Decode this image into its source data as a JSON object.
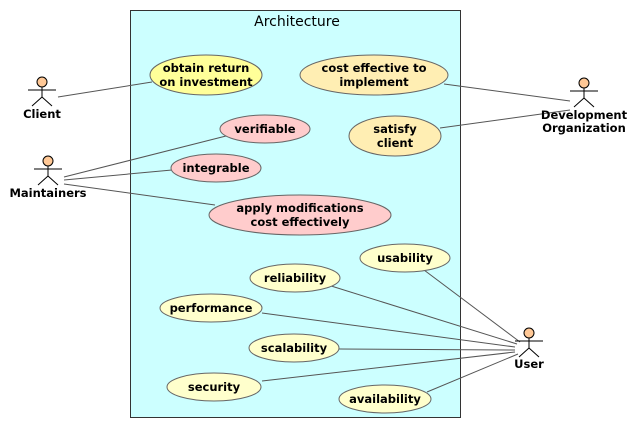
{
  "diagram": {
    "title": "Architecture",
    "colors": {
      "boundary_fill": "#ccffff",
      "boundary_stroke": "#333333",
      "use_case_yellow": "#ffff99",
      "use_case_tan": "#ffeeb3",
      "use_case_pink": "#ffcccc",
      "use_case_cream": "#ffffcc",
      "actor_head": "#ffc896",
      "line": "#555555"
    },
    "actors": [
      {
        "id": "client",
        "label": "Client"
      },
      {
        "id": "maintainers",
        "label": "Maintainers"
      },
      {
        "id": "devorg",
        "label_line1": "Development",
        "label_line2": "Organization"
      },
      {
        "id": "user",
        "label": "User"
      }
    ],
    "use_cases": [
      {
        "id": "return",
        "line1": "obtain return",
        "line2": "on investment",
        "color": "yellow"
      },
      {
        "id": "costeff",
        "line1": "cost effective to",
        "line2": "implement",
        "color": "tan"
      },
      {
        "id": "satisfy",
        "line1": "satisfy",
        "line2": "client",
        "color": "tan"
      },
      {
        "id": "verifiable",
        "line1": "verifiable",
        "color": "pink"
      },
      {
        "id": "integrable",
        "line1": "integrable",
        "color": "pink"
      },
      {
        "id": "modify",
        "line1": "apply modifications",
        "line2": "cost effectively",
        "color": "pink"
      },
      {
        "id": "usability",
        "line1": "usability",
        "color": "cream"
      },
      {
        "id": "reliability",
        "line1": "reliability",
        "color": "cream"
      },
      {
        "id": "performance",
        "line1": "performance",
        "color": "cream"
      },
      {
        "id": "scalability",
        "line1": "scalability",
        "color": "cream"
      },
      {
        "id": "security",
        "line1": "security",
        "color": "cream"
      },
      {
        "id": "availability",
        "line1": "availability",
        "color": "cream"
      }
    ],
    "associations": [
      [
        "client",
        "return"
      ],
      [
        "devorg",
        "costeff"
      ],
      [
        "devorg",
        "satisfy"
      ],
      [
        "maintainers",
        "verifiable"
      ],
      [
        "maintainers",
        "integrable"
      ],
      [
        "maintainers",
        "modify"
      ],
      [
        "user",
        "usability"
      ],
      [
        "user",
        "reliability"
      ],
      [
        "user",
        "performance"
      ],
      [
        "user",
        "scalability"
      ],
      [
        "user",
        "security"
      ],
      [
        "user",
        "availability"
      ]
    ]
  }
}
